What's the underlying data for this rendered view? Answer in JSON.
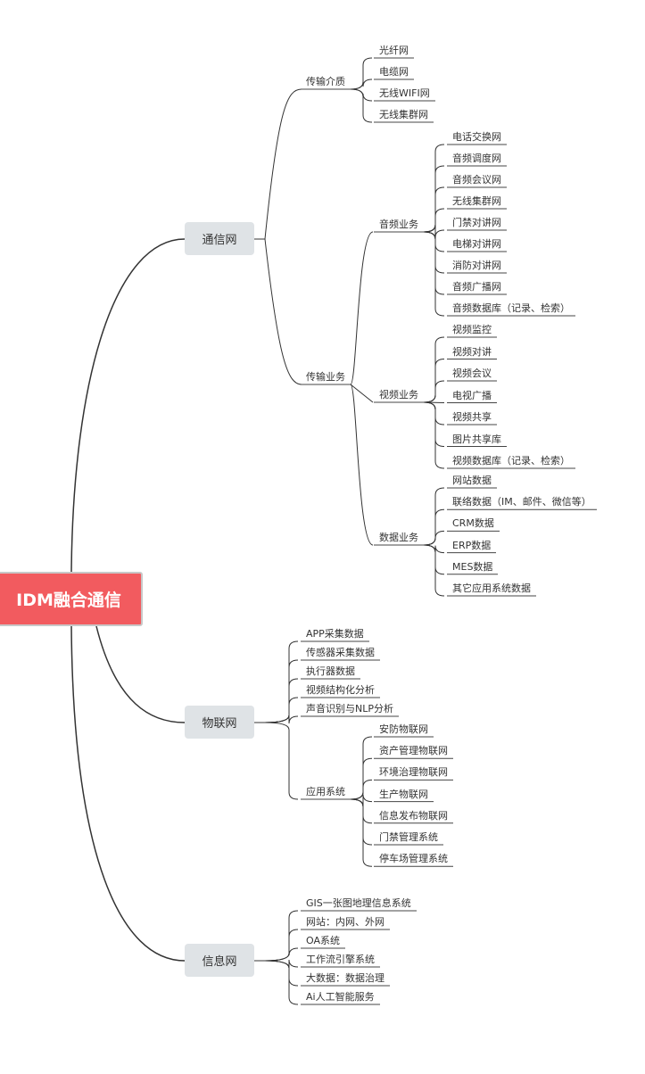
{
  "root": "IDM融合通信",
  "branches": {
    "comm": {
      "label": "通信网",
      "medium": {
        "label": "传输介质",
        "items": [
          "光纤网",
          "电缆网",
          "无线WIFI网",
          "无线集群网"
        ]
      },
      "service": {
        "label": "传输业务",
        "audio": {
          "label": "音频业务",
          "items": [
            "电话交换网",
            "音频调度网",
            "音频会议网",
            "无线集群网",
            "门禁对讲网",
            "电梯对讲网",
            "消防对讲网",
            "音频广播网",
            "音频数据库（记录、检索）"
          ]
        },
        "video": {
          "label": "视频业务",
          "items": [
            "视频监控",
            "视频对讲",
            "视频会议",
            "电视广播",
            "视频共享",
            "图片共享库",
            "视频数据库（记录、检索）"
          ]
        },
        "data": {
          "label": "数据业务",
          "items": [
            "网站数据",
            "联络数据（IM、邮件、微信等）",
            "CRM数据",
            "ERP数据",
            "MES数据",
            "其它应用系统数据"
          ]
        }
      }
    },
    "iot": {
      "label": "物联网",
      "items": [
        "APP采集数据",
        "传感器采集数据",
        "执行器数据",
        "视频结构化分析",
        "声音识别与NLP分析"
      ],
      "apps": {
        "label": "应用系统",
        "items": [
          "安防物联网",
          "资产管理物联网",
          "环境治理物联网",
          "生产物联网",
          "信息发布物联网",
          "门禁管理系统",
          "停车场管理系统"
        ]
      }
    },
    "info": {
      "label": "信息网",
      "items": [
        "GIS一张图地理信息系统",
        "网站：内网、外网",
        "OA系统",
        "工作流引擎系统",
        "大数据：数据治理",
        "Ai人工智能服务"
      ]
    }
  }
}
